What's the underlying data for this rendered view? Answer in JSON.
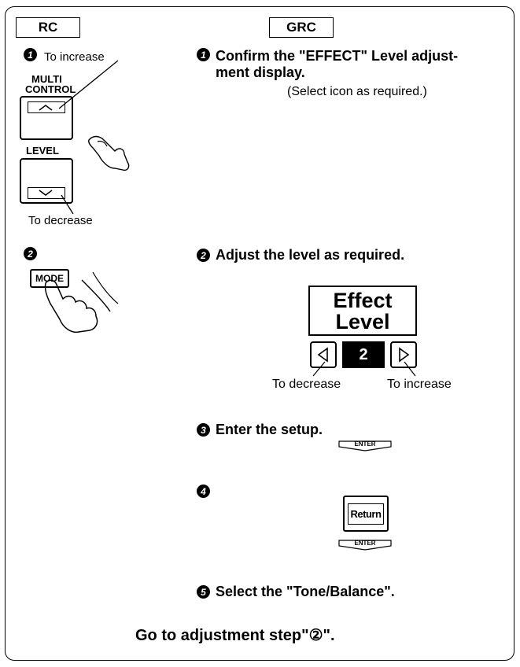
{
  "headers": {
    "rc": "RC",
    "grc": "GRC"
  },
  "steps": {
    "s1": "1",
    "s2": "2",
    "s3": "3",
    "s4": "4",
    "s5": "5"
  },
  "rc_step1": {
    "to_increase": "To increase",
    "multi": "MULTI",
    "control": "CONTROL",
    "level": "LEVEL",
    "to_decrease": "To decrease"
  },
  "rc_step2": {
    "mode_label": "MODE"
  },
  "grc_step1": {
    "line1": "Confirm the \"EFFECT\" Level adjust-",
    "line2": "ment display.",
    "note": "(Select icon as required.)"
  },
  "grc_step2": {
    "text": "Adjust the level as required.",
    "screen_line1": "Effect",
    "screen_line2": "Level",
    "value": "2",
    "to_decrease": "To decrease",
    "to_increase": "To increase"
  },
  "grc_step3": {
    "text": "Enter the setup.",
    "enter": "ENTER"
  },
  "grc_step4": {
    "return_label": "Return",
    "enter": "ENTER"
  },
  "grc_step5": {
    "text": "Select  the \"Tone/Balance\"."
  },
  "footer": {
    "text": "Go to adjustment step\"②\"."
  }
}
